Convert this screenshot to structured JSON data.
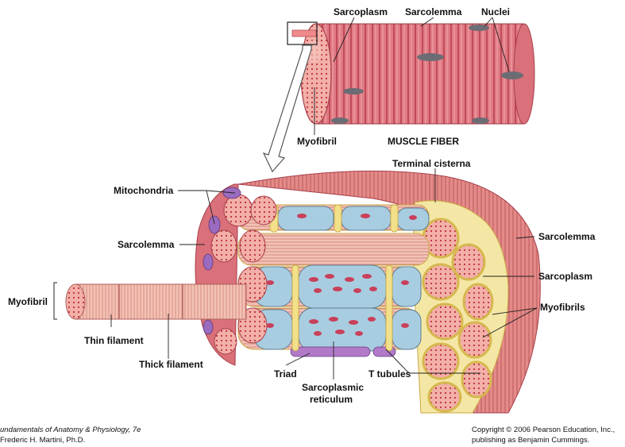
{
  "top_labels": {
    "sarcoplasm": "Sarcoplasm",
    "sarcolemma": "Sarcolemma",
    "nuclei": "Nuclei",
    "myofibril": "Myofibril",
    "muscle_fiber": "MUSCLE FIBER"
  },
  "bottom_labels": {
    "terminal_cisterna": "Terminal cisterna",
    "mitochondria": "Mitochondria",
    "sarcolemma_left": "Sarcolemma",
    "sarcolemma_right": "Sarcolemma",
    "sarcoplasm_right": "Sarcoplasm",
    "myofibrils": "Myofibrils",
    "myofibril_left": "Myofibril",
    "thin_filament": "Thin filament",
    "thick_filament": "Thick filament",
    "triad": "Triad",
    "t_tubules": "T tubules",
    "sarcoplasmic_reticulum_1": "Sarcoplasmic",
    "sarcoplasmic_reticulum_2": "reticulum"
  },
  "caption": {
    "book_title": "undamentals of Anatomy & Physiology, 7e",
    "author": "Frederic H. Martini, Ph.D.",
    "copyright_1": "Copyright © 2006 Pearson Education, Inc.,",
    "copyright_2": "publishing as Benjamin Cummings."
  },
  "colors": {
    "muscle": "#d9707a",
    "muscle_light": "#f0a8a8",
    "reticulum": "#a9cde0",
    "t_tubule": "#f2e08a",
    "nucleus": "#6c6c74",
    "dots": "#c0303a"
  }
}
